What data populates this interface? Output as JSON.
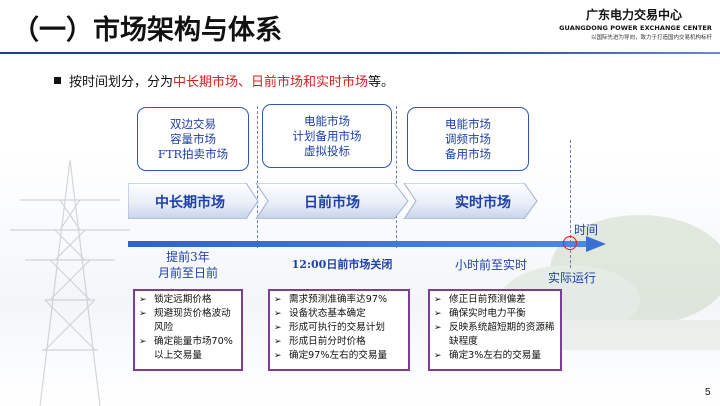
{
  "header": {
    "title": "（一）市场架构与体系",
    "brand_cn": "广东电力交易中心",
    "brand_en": "GUANGDONG POWER EXCHANGE CENTER",
    "brand_slogan": "以国际先进为导向，致力于打造国内交易机构标杆"
  },
  "intro": {
    "prefix": "按时间划分，分为",
    "highlight": "中长期市场、日前市场和实时市场",
    "suffix": "等。"
  },
  "market_boxes": [
    {
      "lines": [
        "双边交易",
        "容量市场",
        "FTR拍卖市场"
      ]
    },
    {
      "lines": [
        "电能市场",
        "计划备用市场",
        "虚拟投标"
      ]
    },
    {
      "lines": [
        "电能市场",
        "调频市场",
        "备用市场"
      ]
    }
  ],
  "stages": [
    "中长期市场",
    "日前市场",
    "实时市场"
  ],
  "timeline": {
    "axis_label": "时间",
    "end_label": "实际运行",
    "point_labels": [
      {
        "line1": "提前3年",
        "line2": "月前至日前"
      },
      {
        "line1": "12:00日前市场关闭",
        "line2": ""
      },
      {
        "line1": "小时前至实时",
        "line2": ""
      }
    ]
  },
  "details": [
    [
      "锁定远期价格",
      "规避现货价格波动风险",
      "确定能量市场70%以上交易量"
    ],
    [
      "需求预测准确率达97%",
      "设备状态基本确定",
      "形成可执行的交易计划",
      "形成日前分时价格",
      "确定97%左右的交易量"
    ],
    [
      "修正日前预测偏差",
      "确保实时电力平衡",
      "反映系统超短期的资源稀缺程度",
      "确定3%左右的交易量"
    ]
  ],
  "page_number": "5",
  "colors": {
    "title_rule": "#1c3f8f",
    "accent_blue": "#1d3fa8",
    "highlight_red": "#d81e1e",
    "detail_border": "#7a3e9a",
    "marker": "#e02020"
  }
}
